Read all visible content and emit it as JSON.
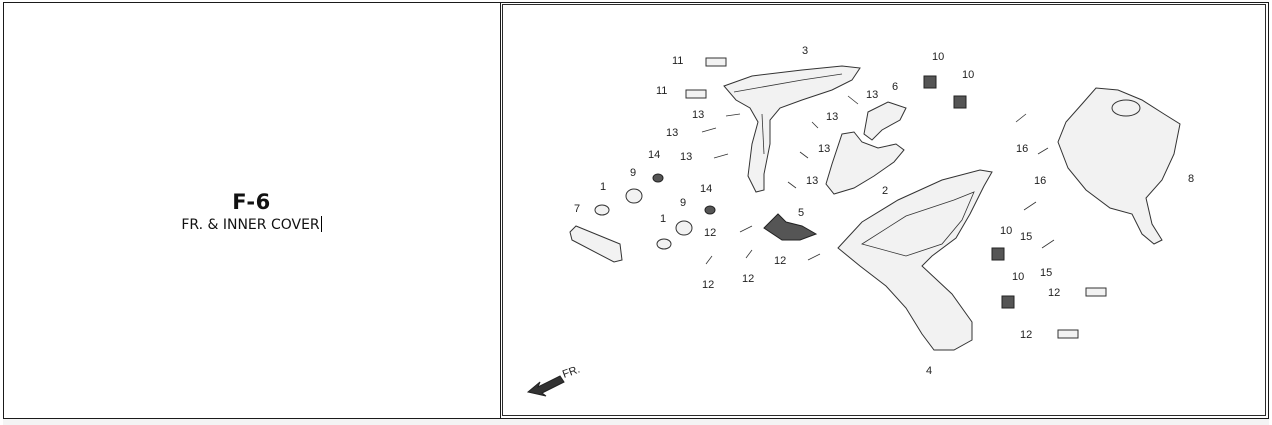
{
  "section": {
    "code": "F-6",
    "title": "FR. & INNER COVER"
  },
  "diagram": {
    "direction_label": "FR.",
    "callouts": {
      "c1a": "1",
      "c1b": "1",
      "c2": "2",
      "c3": "3",
      "c4": "4",
      "c5": "5",
      "c6": "6",
      "c7": "7",
      "c8": "8",
      "c9a": "9",
      "c9b": "9",
      "c10a": "10",
      "c10b": "10",
      "c10c": "10",
      "c10d": "10",
      "c11a": "11",
      "c11b": "11",
      "c12a": "12",
      "c12b": "12",
      "c12c": "12",
      "c12d": "12",
      "c12e": "12",
      "c12f": "12",
      "c13a": "13",
      "c13b": "13",
      "c13c": "13",
      "c13d": "13",
      "c13e": "13",
      "c13f": "13",
      "c13g": "13",
      "c14a": "14",
      "c14b": "14",
      "c15a": "15",
      "c15b": "15",
      "c16a": "16",
      "c16b": "16"
    }
  }
}
